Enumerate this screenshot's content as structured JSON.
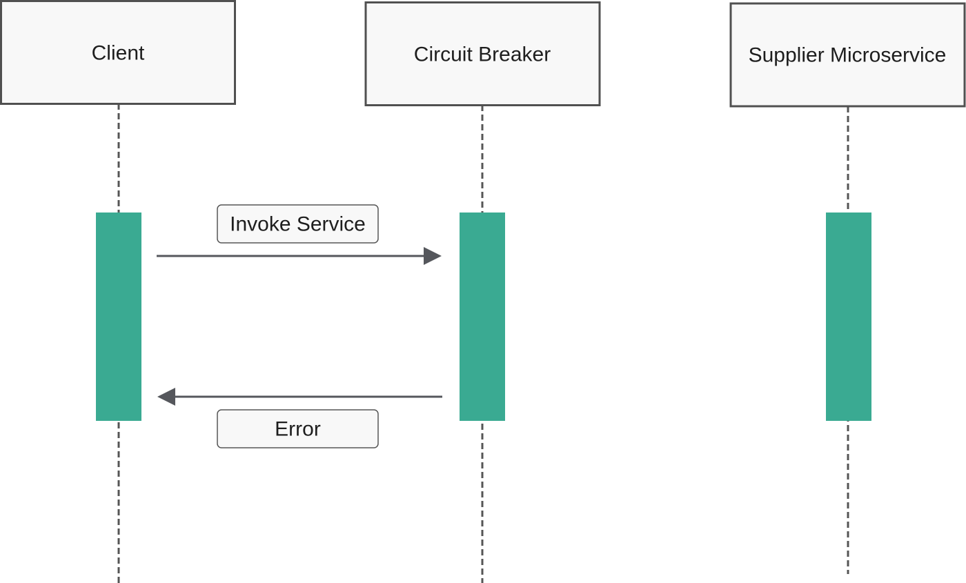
{
  "participants": [
    {
      "id": "client",
      "label": "Client"
    },
    {
      "id": "circuit-breaker",
      "label": "Circuit Breaker"
    },
    {
      "id": "supplier-microservice",
      "label": "Supplier Microservice"
    }
  ],
  "messages": [
    {
      "label": "Invoke Service",
      "from": "Client",
      "to": "Circuit Breaker"
    },
    {
      "label": "Error",
      "from": "Circuit Breaker",
      "to": "Client"
    }
  ],
  "colors": {
    "activation": "#3aaa92",
    "participant_fill": "#f8f8f8",
    "stroke": "#505050",
    "arrow": "#55575c",
    "text": "#1e1e1e"
  }
}
